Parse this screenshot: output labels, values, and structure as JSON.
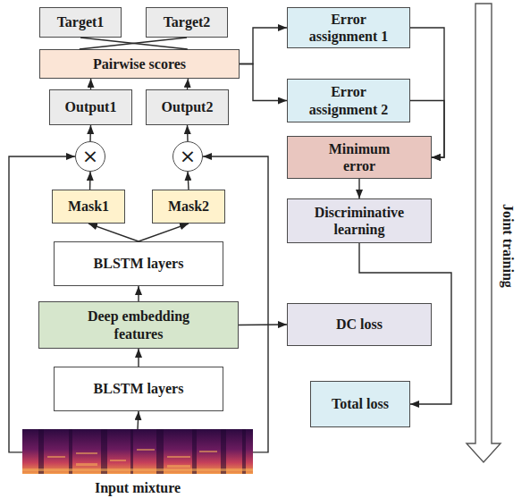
{
  "diagram": {
    "nodes": [
      {
        "text": [
          "Target1"
        ]
      },
      {
        "text": [
          "Target2"
        ]
      },
      {
        "text": [
          "Error assignment 1"
        ]
      },
      {
        "text": [
          "Pairwise scores"
        ]
      },
      {
        "text": [
          "Error assignment 2"
        ]
      },
      {
        "text": [
          "Output1"
        ]
      },
      {
        "text": [
          "Output2"
        ]
      },
      {
        "text": [
          "Minimum error"
        ]
      },
      {
        "text": [
          "×"
        ]
      },
      {
        "text": [
          "×"
        ]
      },
      {
        "text": [
          "Mask1"
        ]
      },
      {
        "text": [
          "Mask2"
        ]
      },
      {
        "text": [
          "Discriminative learning"
        ]
      },
      {
        "text": [
          "BLSTM layers"
        ]
      },
      {
        "text": [
          "Deep embedding features"
        ]
      },
      {
        "text": [
          "DC loss"
        ]
      },
      {
        "text": [
          "BLSTM layers"
        ]
      },
      {
        "text": [
          "Total loss"
        ]
      },
      {
        "text": [
          "Input mixture"
        ]
      }
    ],
    "edges": [
      {
        "from": 0,
        "to": 3,
        "arrow": "none"
      },
      {
        "from": 1,
        "to": 3,
        "arrow": "none"
      },
      {
        "from": 5,
        "to": 3,
        "arrow": "to"
      },
      {
        "from": 6,
        "to": 3,
        "arrow": "to"
      },
      {
        "from": 8,
        "to": 5,
        "arrow": "to"
      },
      {
        "from": 9,
        "to": 6,
        "arrow": "to"
      },
      {
        "from": 10,
        "to": 8,
        "arrow": "to"
      },
      {
        "from": 11,
        "to": 9,
        "arrow": "to"
      },
      {
        "from": 13,
        "to": 10,
        "arrow": "to"
      },
      {
        "from": 13,
        "to": 11,
        "arrow": "to"
      },
      {
        "from": 14,
        "to": 13,
        "arrow": "to"
      },
      {
        "from": 16,
        "to": 14,
        "arrow": "to"
      },
      {
        "from": 18,
        "to": 16,
        "arrow": "to"
      },
      {
        "from": 18,
        "to": 8,
        "arrow": "to"
      },
      {
        "from": 18,
        "to": 9,
        "arrow": "to"
      },
      {
        "from": 14,
        "to": 15,
        "arrow": "to"
      },
      {
        "from": 3,
        "to": 2,
        "arrow": "to"
      },
      {
        "from": 3,
        "to": 4,
        "arrow": "to"
      },
      {
        "from": 2,
        "to": 7,
        "arrow": "to"
      },
      {
        "from": 4,
        "to": 7,
        "arrow": "to"
      },
      {
        "from": 7,
        "to": 12,
        "arrow": "to"
      },
      {
        "from": 12,
        "to": 17,
        "arrow": "to"
      }
    ],
    "labels": [
      "Joint training"
    ]
  }
}
